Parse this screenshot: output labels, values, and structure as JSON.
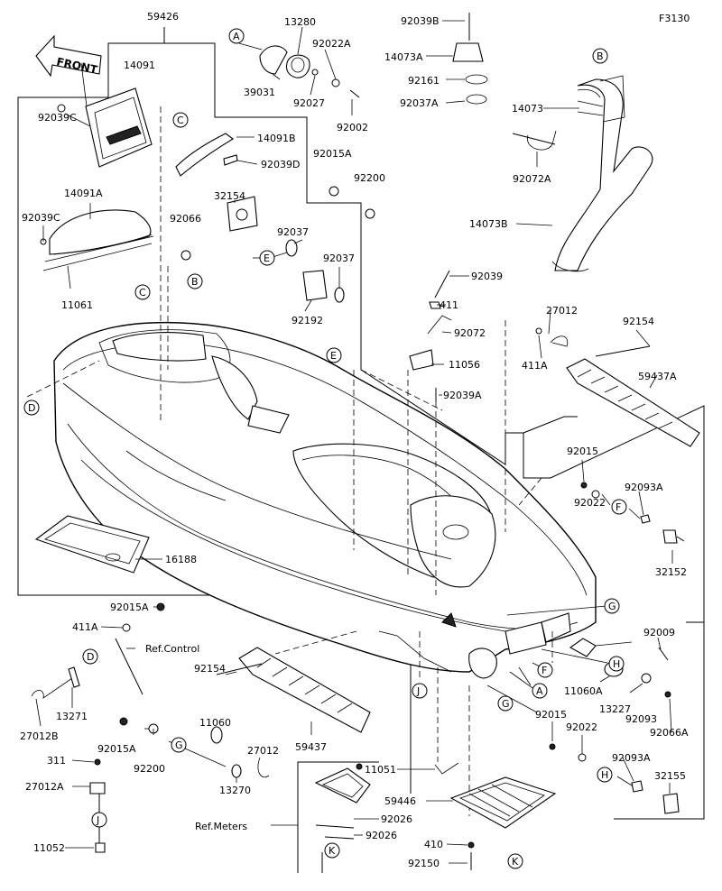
{
  "figure_code": "F3130",
  "front_arrow": "FRONT",
  "part_numbers": {
    "p59426": "59426",
    "p14091": "14091",
    "p92039C_a": "92039C",
    "p14091B": "14091B",
    "p92039D": "92039D",
    "p14091A": "14091A",
    "p92039C_b": "92039C",
    "p92066": "92066",
    "p11061": "11061",
    "p39031": "39031",
    "p13280": "13280",
    "p92022A": "92022A",
    "p92027": "92027",
    "p92002": "92002",
    "p92039B": "92039B",
    "p14073A": "14073A",
    "p92161": "92161",
    "p92037A": "92037A",
    "p14073": "14073",
    "p92072A": "92072A",
    "p14073B": "14073B",
    "p92015A_top": "92015A",
    "p92200_top": "92200",
    "p32154": "32154",
    "p92037_a": "92037",
    "p92037_b": "92037",
    "p92192": "92192",
    "p92039": "92039",
    "p411": "411",
    "p92072": "92072",
    "p11056": "11056",
    "p92039A": "92039A",
    "p27012_top": "27012",
    "p411A_top": "411A",
    "p92154_top": "92154",
    "p59437A": "59437A",
    "p92015_a": "92015",
    "p92022_a": "92022",
    "p92093A_a": "92093A",
    "p32152": "32152",
    "p16188": "16188",
    "p92015A_mid": "92015A",
    "p411A_mid": "411A",
    "ref_control": "Ref.Control",
    "p13271": "13271",
    "p27012B": "27012B",
    "p92154_mid": "92154",
    "p11060": "11060",
    "p59437": "59437",
    "p92015A_low": "92015A",
    "p92200_low": "92200",
    "p311": "311",
    "p27012A": "27012A",
    "p11052": "11052",
    "p27012_low": "27012",
    "p13270": "13270",
    "ref_meters": "Ref.Meters",
    "p11051": "11051",
    "p59446": "59446",
    "p92026_a": "92026",
    "p92026_b": "92026",
    "p410": "410",
    "p92150": "92150",
    "p92009": "92009",
    "p11060A": "11060A",
    "p13227": "13227",
    "p92093": "92093",
    "p92066A": "92066A",
    "p92015_b": "92015",
    "p92022_b": "92022",
    "p92093A_b": "92093A",
    "p32155": "32155"
  },
  "callouts": {
    "A": "A",
    "B": "B",
    "C": "C",
    "D": "D",
    "E": "E",
    "F": "F",
    "G": "G",
    "H": "H",
    "J": "J",
    "K": "K"
  }
}
